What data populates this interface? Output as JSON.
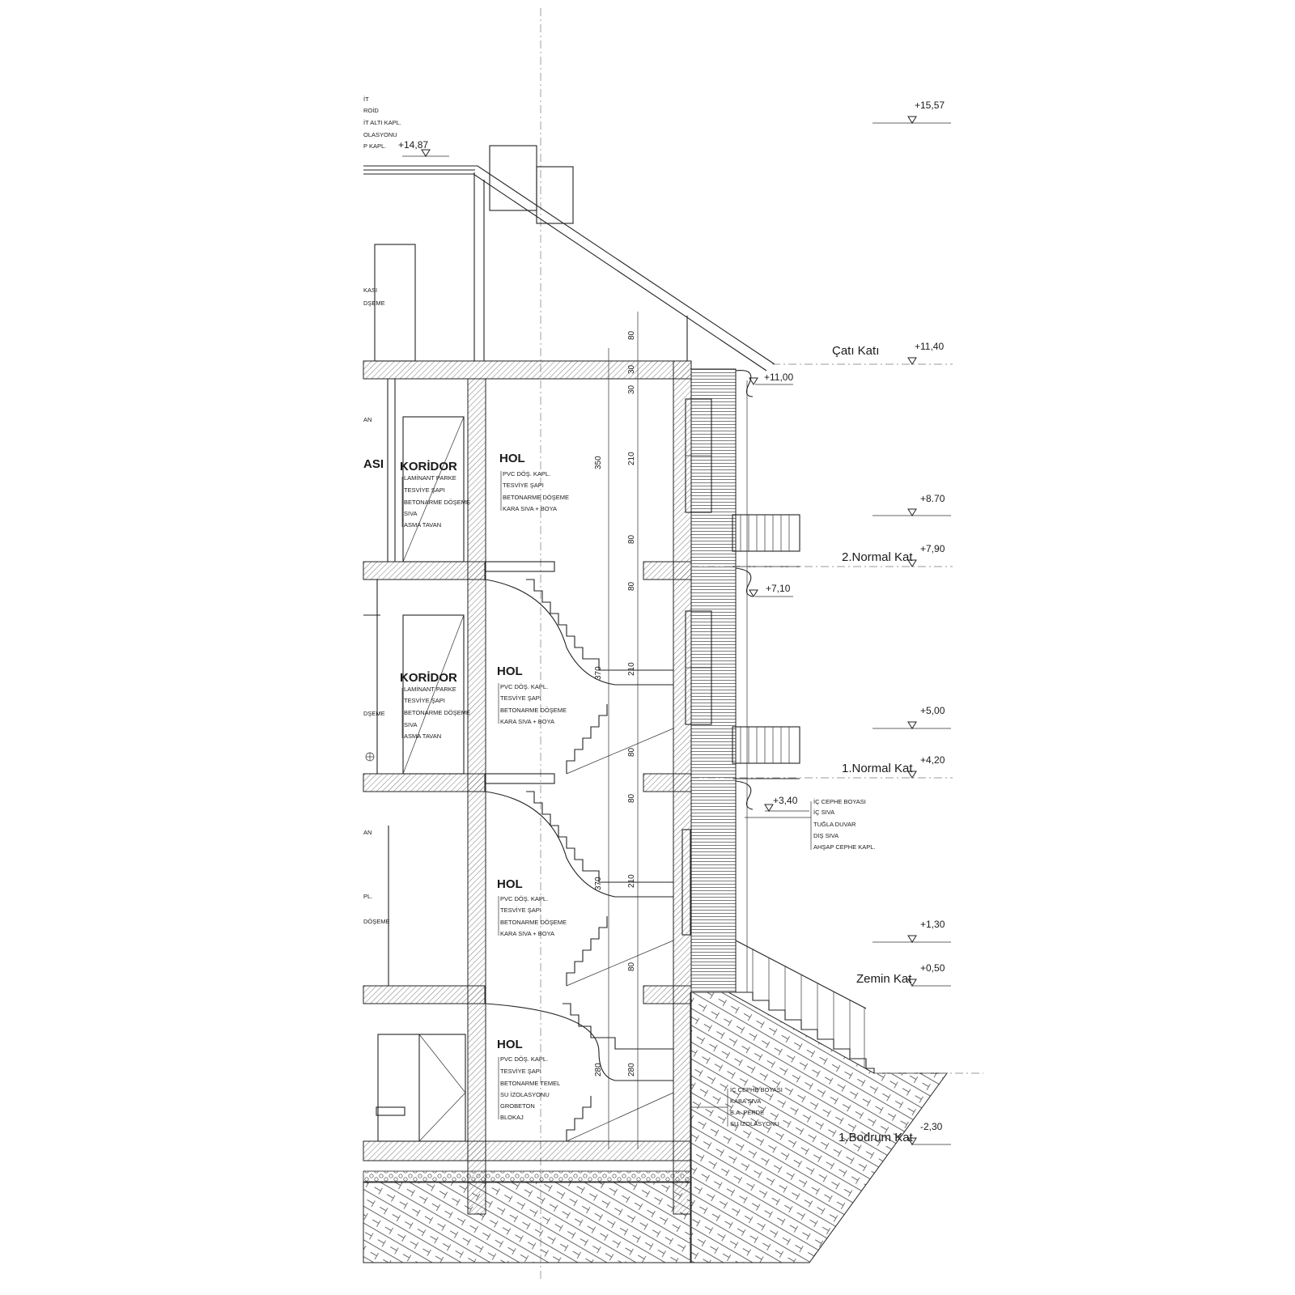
{
  "levels": [
    {
      "key": "top",
      "value": "+15,57"
    },
    {
      "key": "ridge",
      "value": "+14,87"
    },
    {
      "key": "cati",
      "value": "+11,40",
      "label": "Çatı Katı"
    },
    {
      "key": "eave",
      "value": "+11,00"
    },
    {
      "key": "balc2",
      "value": "+8.70"
    },
    {
      "key": "n2",
      "value": "+7,90",
      "label": "2.Normal Kat"
    },
    {
      "key": "b2",
      "value": "+7,10"
    },
    {
      "key": "balc1",
      "value": "+5,00"
    },
    {
      "key": "n1",
      "value": "+4,20",
      "label": "1.Normal Kat"
    },
    {
      "key": "b1",
      "value": "+3,40"
    },
    {
      "key": "step",
      "value": "+1,30"
    },
    {
      "key": "zemin",
      "value": "+0,50",
      "label": "Zemin Kat"
    },
    {
      "key": "bodrum",
      "value": "-2,30",
      "label": "1.Bodrum Kat"
    }
  ],
  "rooms": [
    {
      "key": "koridor2",
      "title": "KORİDOR",
      "layers": [
        "LAMİNANT PARKE",
        "TESVİYE ŞAPI",
        "BETONARME DÖŞEME",
        "SIVA",
        "ASMA TAVAN"
      ]
    },
    {
      "key": "hol3",
      "title": "HOL",
      "layers": [
        "PVC DÖŞ. KAPL.",
        "TESVİYE ŞAPI",
        "BETONARME DÖŞEME",
        "KARA SIVA + BOYA"
      ]
    },
    {
      "key": "koridor1",
      "title": "KORİDOR",
      "layers": [
        "LAMİNANT PARKE",
        "TESVİYE ŞAPI",
        "BETONARME DÖŞEME",
        "SIVA",
        "ASMA TAVAN"
      ]
    },
    {
      "key": "hol2",
      "title": "HOL",
      "layers": [
        "PVC DÖŞ. KAPL.",
        "TESVİYE ŞAPI",
        "BETONARME DÖŞEME",
        "KARA SIVA + BOYA"
      ]
    },
    {
      "key": "hol1",
      "title": "HOL",
      "layers": [
        "PVC DÖŞ. KAPL.",
        "TESVİYE ŞAPI",
        "BETONARME DÖŞEME",
        "KARA SIVA + BOYA"
      ]
    },
    {
      "key": "hol0",
      "title": "HOL",
      "layers": [
        "PVC DÖŞ. KAPL.",
        "TESVİYE ŞAPI",
        "BETONARME TEMEL",
        "SU İZOLASYONU",
        "GROBETON",
        "BLOKAJ"
      ]
    }
  ],
  "wall_layers": [
    "İÇ CEPHE BOYASI",
    "İÇ SIVA",
    "TUĞLA DUVAR",
    "DIŞ SIVA",
    "AHŞAP CEPHE KAPL."
  ],
  "basement_wall_layers": [
    "İÇ CEPHE BOYASI",
    "KABA SIVA",
    "B.A. PERDE",
    "SU İZOLASYONU"
  ],
  "dimensions": [
    "80",
    "30",
    "30",
    "210",
    "350",
    "80",
    "80",
    "210",
    "370",
    "80",
    "80",
    "210",
    "370",
    "80",
    "280",
    "280"
  ],
  "edge_fragments": [
    "İT",
    "ROİD",
    "İT ALTI KAPL.",
    "OLASYONU",
    "P KAPL.",
    "KASI",
    "DŞEME",
    "AN",
    "ASI",
    "DŞEME",
    "AN",
    "PL.",
    "DÖŞEME"
  ]
}
